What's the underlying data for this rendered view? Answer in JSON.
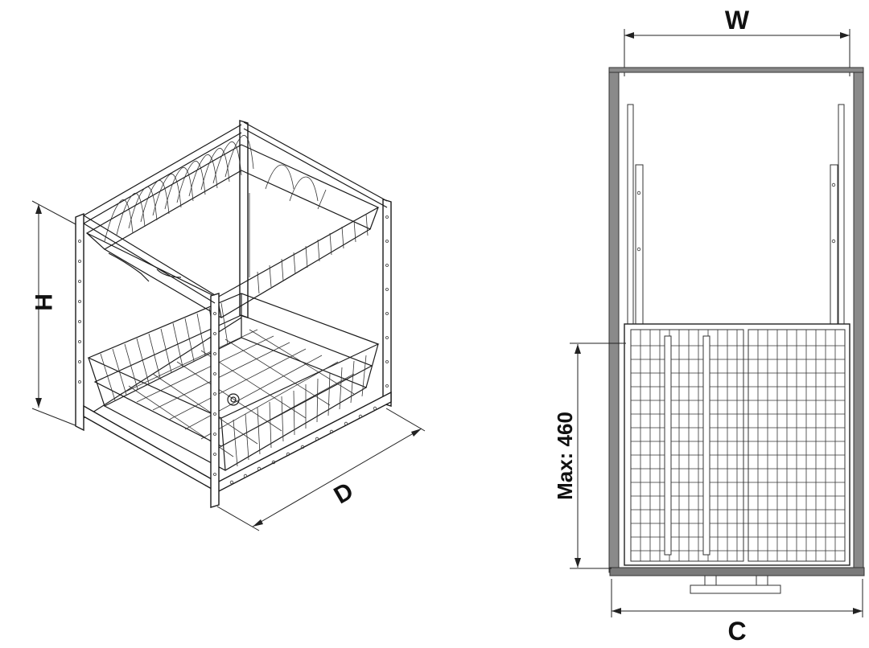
{
  "isometric_view": {
    "labels": {
      "height": "H",
      "depth": "D"
    }
  },
  "top_view": {
    "labels": {
      "width": "W",
      "clearance": "C",
      "max_extension": "Max: 460"
    },
    "colors": {
      "cabinet_wall": "#8a8a8a",
      "cabinet_base": "#7a7a7a"
    }
  }
}
